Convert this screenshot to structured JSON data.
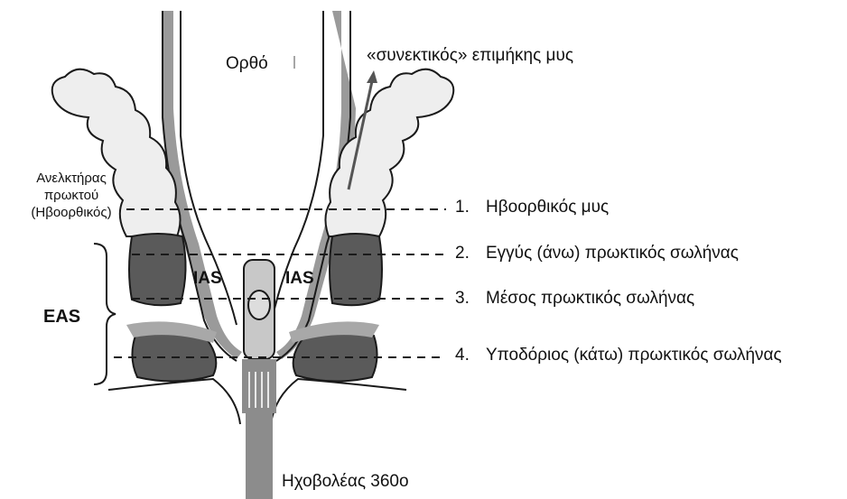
{
  "labels": {
    "rectum": "Ορθό",
    "longitudinal_muscle": "«συνεκτικός» επιμήκης μυς",
    "levator_line1": "Ανελκτήρας",
    "levator_line2": "πρωκτού",
    "levator_line3": "(Ηβοορθικός)",
    "eas": "EAS",
    "ias_left": "IAS",
    "ias_right": "IAS",
    "probe": "Ηχοβολέας 360ο"
  },
  "levels": [
    {
      "number": "1.",
      "text": "Ηβοορθικός μυς"
    },
    {
      "number": "2.",
      "text": "Εγγύς (άνω) πρωκτικός σωλήνας"
    },
    {
      "number": "3.",
      "text": "Μέσος πρωκτικός σωλήνας"
    },
    {
      "number": "4.",
      "text": "Υποδόριος (κάτω) πρωκτικός σωλήνας"
    }
  ],
  "colors": {
    "light_muscle": "#eeeeee",
    "dark_muscle": "#5a5a5a",
    "probe": "#8c8c8c",
    "outline": "#1a1a1a"
  }
}
